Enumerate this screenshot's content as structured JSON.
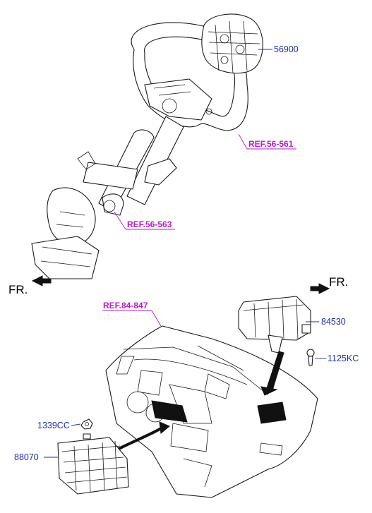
{
  "callouts": {
    "p56900": "56900",
    "p84530": "84530",
    "p1125kc": "1125KC",
    "p1339cc": "1339CC",
    "p88070": "88070"
  },
  "references": {
    "ref_56_561": "REF.56-561",
    "ref_56_563": "REF.56-563",
    "ref_84_847": "REF.84-847"
  },
  "direction": {
    "front_left": "FR.",
    "front_right": "FR."
  },
  "colors": {
    "part_number": "#1e2fb0",
    "reference": "#b41ec8"
  }
}
